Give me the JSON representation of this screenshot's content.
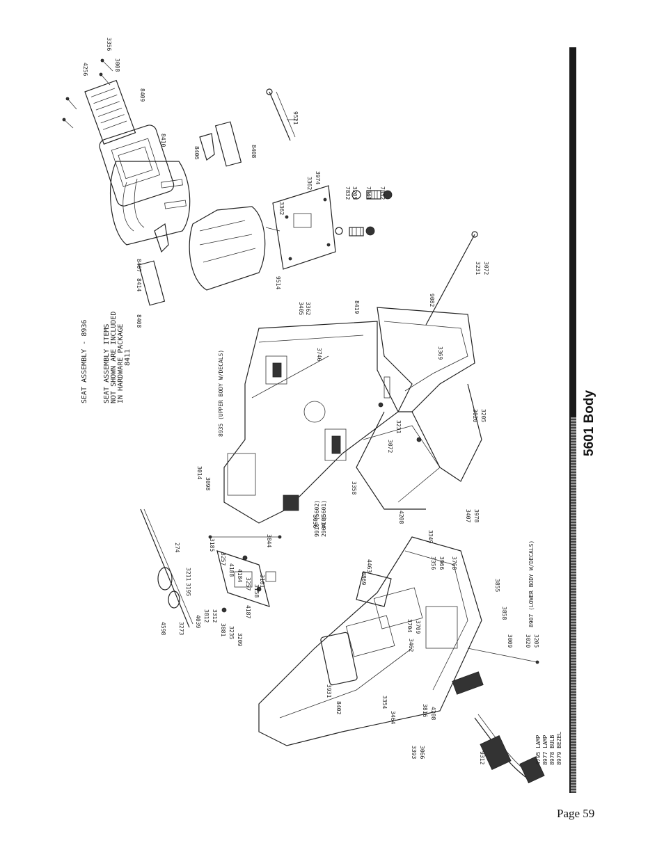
{
  "page": {
    "section_title": "5601 Body",
    "page_number": "Page 59"
  },
  "notes": {
    "seat_assembly": "SEAT ASSEMBLY - 8936",
    "seat_items_1": "SEAT ASSEMBLY ITEMS",
    "seat_items_2": "NOT SHOWN ARE INCLUDED",
    "seat_items_3": "IN HARDWARE PACKAGE",
    "seat_items_4": "8411",
    "upper_body": "8935 (UPPER BODY W/DECALS)",
    "lower_body": "8907 (LOWER BODY W/DECALS)",
    "body_9910": "9910 (5602)",
    "body_2964": "2964 (5601)",
    "lamp_1": "4795 LAMP",
    "lamp_2": "8977 LAMP",
    "lamp_3": "8978 BULB",
    "lamp_4": "8979 BEZEL"
  },
  "part_labels": [
    "4256",
    "3356",
    "3008",
    "8409",
    "8410",
    "8406",
    "8408",
    "8407",
    "8414",
    "8408",
    "9521",
    "3362",
    "3974",
    "7832",
    "3205",
    "7841",
    "7832",
    "3362",
    "9514",
    "3405",
    "3362",
    "8419",
    "9082",
    "3369",
    "3231",
    "3072",
    "3746",
    "3020",
    "3205",
    "3231",
    "3072",
    "3014",
    "3098",
    "3056",
    "3014",
    "3844",
    "3358",
    "4208",
    "3407",
    "3978",
    "3349",
    "274",
    "3185",
    "3257",
    "4188",
    "4184",
    "3257",
    "3158",
    "3161",
    "3195",
    "3211",
    "4598",
    "3273",
    "4039",
    "3812",
    "3312",
    "3881",
    "3235",
    "3209",
    "4187",
    "9312",
    "3393",
    "3066",
    "3354",
    "3464",
    "8402",
    "3931",
    "3816",
    "4208",
    "3704",
    "3462",
    "3709",
    "4463",
    "8869",
    "3855",
    "3858",
    "3356",
    "3966",
    "3768",
    "3009",
    "3020",
    "3205"
  ]
}
